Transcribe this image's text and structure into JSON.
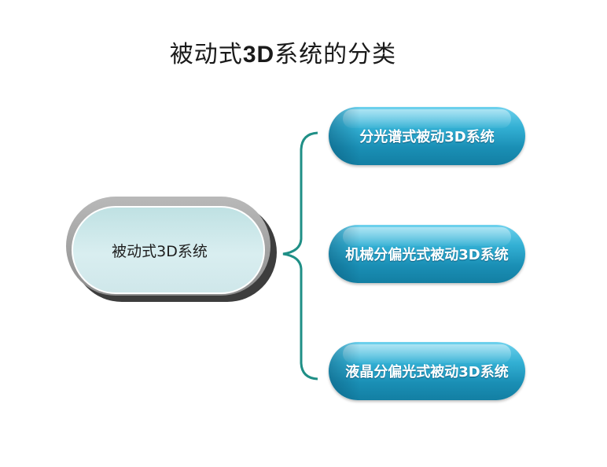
{
  "title": {
    "prefix": "被动式",
    "bold": "3D",
    "suffix": "系统的分类"
  },
  "root": {
    "label": "被动式3D系统"
  },
  "children": [
    {
      "label": "分光谱式被动3D系统"
    },
    {
      "label": "机械分偏光式被动3D系统"
    },
    {
      "label": "液晶分偏光式被动3D系统"
    }
  ],
  "colors": {
    "connector": "#1f8f86",
    "child_fill": "#2aa6cc",
    "root_fill": "#cfe7ea"
  }
}
